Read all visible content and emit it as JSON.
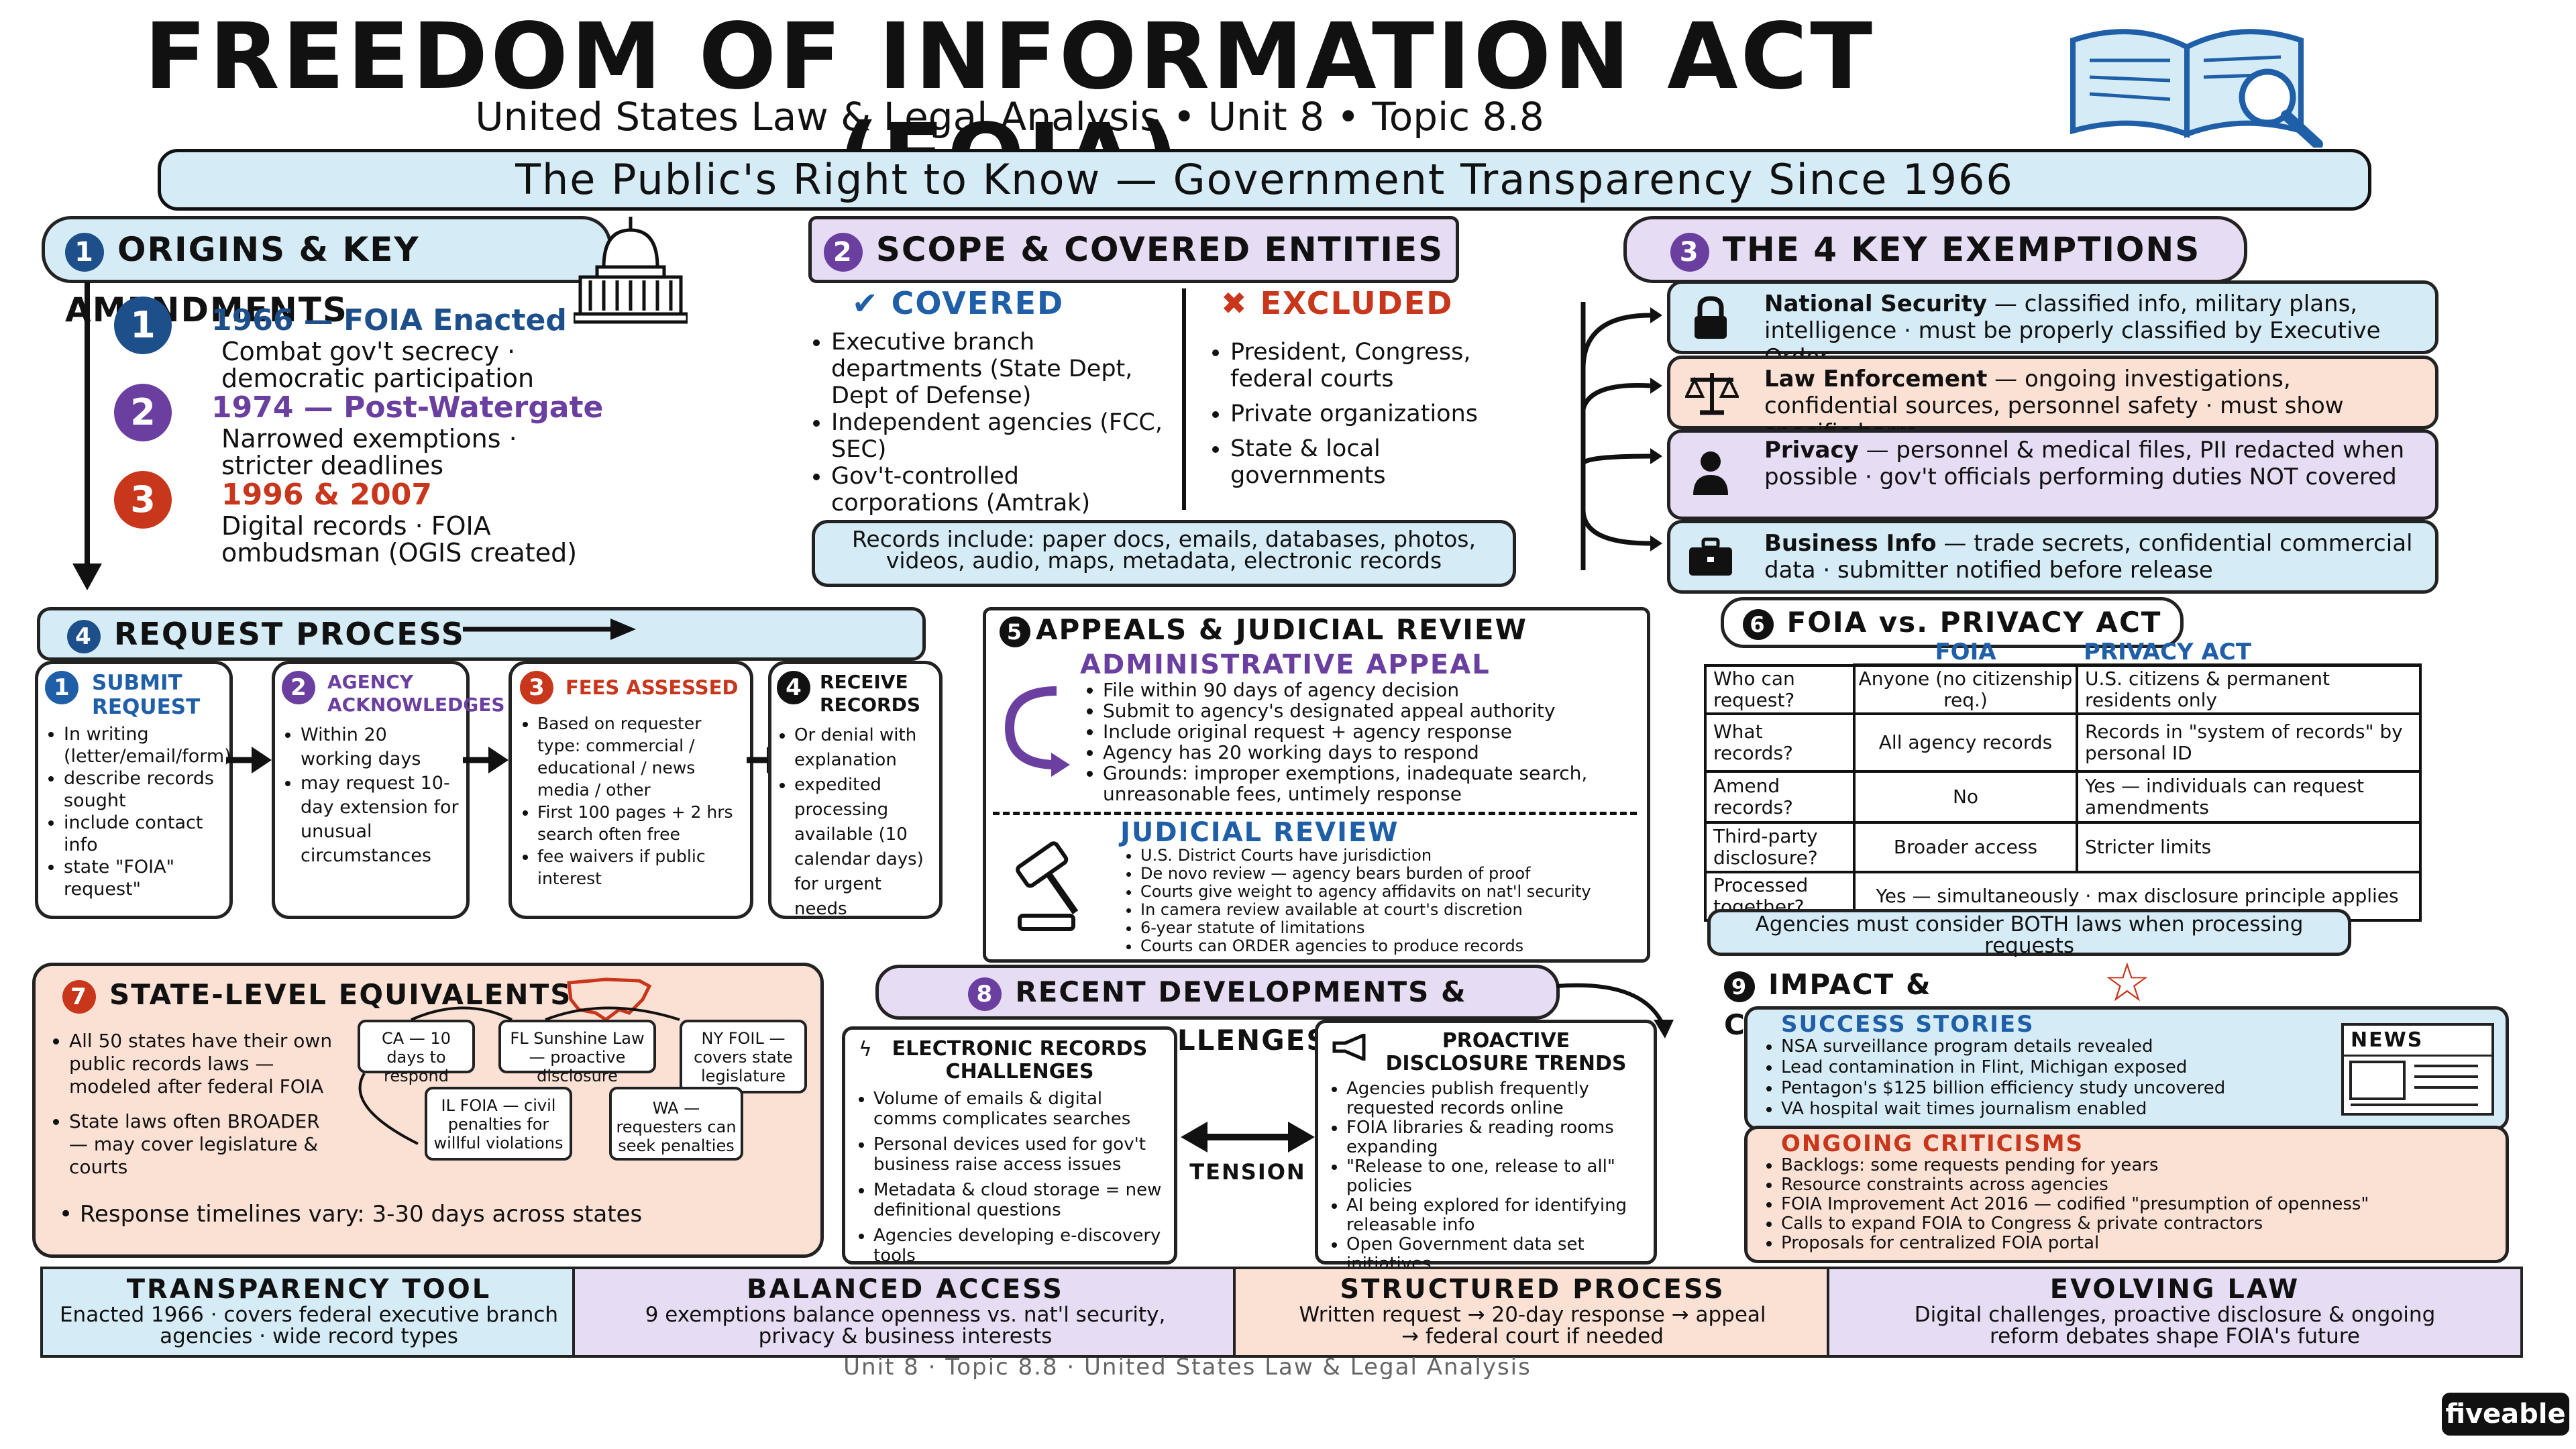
{
  "header": {
    "title": "FREEDOM OF INFORMATION ACT (FOIA)",
    "subtitle": "United States Law & Legal Analysis • Unit 8 • Topic 8.8",
    "banner": "The Public's Right to Know — Government Transparency Since 1966"
  },
  "origins": {
    "num": "1",
    "heading": "ORIGINS & KEY AMENDMENTS",
    "items": [
      {
        "n": "1",
        "title": "1966 — FOIA Enacted",
        "text": "Combat gov't secrecy · democratic participation",
        "color": "#1d4f8a"
      },
      {
        "n": "2",
        "title": "1974 — Post-Watergate",
        "text": "Narrowed exemptions · stricter deadlines",
        "color": "#6a3fa0"
      },
      {
        "n": "3",
        "title": "1996 & 2007",
        "text": "Digital records · FOIA ombudsman (OGIS created)",
        "color": "#c8361c"
      }
    ]
  },
  "scope": {
    "num": "2",
    "heading": "SCOPE & COVERED ENTITIES",
    "covered_label": "COVERED",
    "covered": [
      "Executive branch departments (State Dept, Dept of Defense)",
      "Independent agencies (FCC, SEC)",
      "Gov't-controlled corporations (Amtrak)"
    ],
    "excluded_label": "EXCLUDED",
    "excluded": [
      "President, Congress, federal courts",
      "Private organizations",
      "State & local governments"
    ],
    "records": "Records include: paper docs, emails, databases, photos, videos, audio, maps, metadata, electronic records"
  },
  "exemptions": {
    "num": "3",
    "heading": "THE 4 KEY EXEMPTIONS",
    "items": [
      {
        "icon": "lock-icon",
        "name": "National Security",
        "text": " — classified info, military plans, intelligence · must be properly classified by Executive Order",
        "bg": "#d5ecf6"
      },
      {
        "icon": "scales-icon",
        "name": "Law Enforcement",
        "text": " — ongoing investigations, confidential sources, personnel safety · must show specific harm",
        "bg": "#fbe0d4"
      },
      {
        "icon": "person-icon",
        "name": "Privacy",
        "text": " — personnel & medical files, PII redacted when possible · gov't officials performing duties NOT covered",
        "bg": "#e6dcf3"
      },
      {
        "icon": "briefcase-icon",
        "name": "Business Info",
        "text": " — trade secrets, confidential commercial data · submitter notified before release",
        "bg": "#d5ecf6"
      }
    ]
  },
  "request": {
    "num": "4",
    "heading": "REQUEST PROCESS",
    "steps": [
      {
        "n": "1",
        "title": "SUBMIT REQUEST",
        "color": "#1f5fa8",
        "bullets": [
          "In writing (letter/email/form)",
          "describe records sought",
          "include contact info",
          "state \"FOIA\" request\""
        ]
      },
      {
        "n": "2",
        "title": "AGENCY ACKNOWLEDGES",
        "color": "#6a3fa0",
        "bullets": [
          "Within 20 working days",
          "may request 10-day extension for unusual circumstances"
        ]
      },
      {
        "n": "3",
        "title": "FEES ASSESSED",
        "color": "#c8361c",
        "bullets": [
          "Based on requester type: commercial / educational / news media / other",
          "First 100 pages + 2 hrs search often free",
          "fee waivers if public interest"
        ]
      },
      {
        "n": "4",
        "title": "RECEIVE RECORDS",
        "color": "#111111",
        "bullets": [
          "Or denial with explanation",
          "expedited processing available (10 calendar days) for urgent needs"
        ]
      }
    ]
  },
  "appeals": {
    "num": "5",
    "heading": "APPEALS & JUDICIAL REVIEW",
    "admin_label": "ADMINISTRATIVE APPEAL",
    "admin": [
      "File within 90 days of agency decision",
      "Submit to agency's designated appeal authority",
      "Include original request + agency response",
      "Agency has 20 working days to respond",
      "Grounds: improper exemptions, inadequate search, unreasonable fees, untimely response"
    ],
    "judicial_label": "JUDICIAL REVIEW",
    "judicial": [
      "U.S. District Courts have jurisdiction",
      "De novo review — agency bears burden of proof",
      "Courts give weight to agency affidavits on nat'l security",
      "In camera review available at court's discretion",
      "6-year statute of limitations",
      "Courts can ORDER agencies to produce records"
    ]
  },
  "versus": {
    "num": "6",
    "heading": "FOIA vs. PRIVACY ACT",
    "col_foia": "FOIA",
    "col_privacy": "PRIVACY ACT",
    "rows": [
      {
        "q": "Who can request?",
        "foia": "Anyone (no citizenship req.)",
        "privacy": "U.S. citizens & permanent residents only"
      },
      {
        "q": "What records?",
        "foia": "All agency records",
        "privacy": "Records in \"system of records\" by personal ID"
      },
      {
        "q": "Amend records?",
        "foia": "No",
        "privacy": "Yes — individuals can request amendments"
      },
      {
        "q": "Third-party disclosure?",
        "foia": "Broader access",
        "privacy": "Stricter limits"
      },
      {
        "q": "Processed together?",
        "foia": "Yes — simultaneously · max disclosure principle applies",
        "privacy": ""
      }
    ],
    "note": "Agencies must consider BOTH laws when processing requests"
  },
  "state": {
    "num": "7",
    "heading": "STATE-LEVEL EQUIVALENTS",
    "bullets": [
      "All 50 states have their own public records laws — modeled after federal FOIA",
      "State laws often BROADER — may cover legislature & courts"
    ],
    "boxes": [
      {
        "name": "ca-box",
        "text": "CA — 10 days to respond"
      },
      {
        "name": "fl-box",
        "text": "FL Sunshine Law — proactive disclosure"
      },
      {
        "name": "ny-box",
        "text": "NY FOIL — covers state legislature"
      },
      {
        "name": "il-box",
        "text": "IL FOIA — civil penalties for willful violations"
      },
      {
        "name": "wa-box",
        "text": "WA — requesters can seek penalties"
      }
    ],
    "timeline": "Response timelines vary: 3-30 days across states"
  },
  "recent": {
    "num": "8",
    "heading": "RECENT DEVELOPMENTS & CHALLENGES",
    "electronic_label": "ELECTRONIC RECORDS CHALLENGES",
    "electronic": [
      "Volume of emails & digital comms complicates searches",
      "Personal devices used for gov't business raise access issues",
      "Metadata & cloud storage = new definitional questions",
      "Agencies developing e-discovery tools"
    ],
    "tension": "TENSION",
    "proactive_label": "PROACTIVE DISCLOSURE TRENDS",
    "proactive": [
      "Agencies publish frequently requested records online",
      "FOIA libraries & reading rooms expanding",
      "\"Release to one, release to all\" policies",
      "AI being explored for identifying releasable info",
      "Open Government data set initiatives"
    ]
  },
  "impact": {
    "num": "9",
    "heading": "IMPACT & CRITICISMS",
    "success_label": "SUCCESS STORIES",
    "success": [
      "NSA surveillance program details revealed",
      "Lead contamination in Flint, Michigan exposed",
      "Pentagon's $125 billion efficiency study uncovered",
      "VA hospital wait times journalism enabled"
    ],
    "news": "NEWS",
    "criticism_label": "ONGOING CRITICISMS",
    "criticisms": [
      "Backlogs: some requests pending for years",
      "Resource constraints across agencies",
      "FOIA Improvement Act 2016 — codified \"presumption of openness\"",
      "Calls to expand FOIA to Congress & private contractors",
      "Proposals for centralized FOIA portal"
    ]
  },
  "footer": [
    {
      "title": "TRANSPARENCY TOOL",
      "text": "Enacted 1966 · covers federal executive branch agencies · wide record types",
      "bg": "#d5ecf6"
    },
    {
      "title": "BALANCED ACCESS",
      "text": "9 exemptions balance openness vs. nat'l security, privacy & business interests",
      "bg": "#e6dcf3"
    },
    {
      "title": "STRUCTURED PROCESS",
      "text": "Written request → 20-day response → appeal → federal court if needed",
      "bg": "#fbe0d4"
    },
    {
      "title": "EVOLVING LAW",
      "text": "Digital challenges, proactive disclosure & ongoing reform debates shape FOIA's future",
      "bg": "#e6dcf3"
    }
  ],
  "bottom_caption": "Unit 8 · Topic 8.8 · United States Law & Legal Analysis",
  "brand": "fiveable",
  "colors": {
    "blue": "#d5ecf6",
    "purple": "#e6dcf3",
    "peach": "#fbe0d4",
    "navy": "#1d4f8a",
    "red": "#c8361c"
  }
}
